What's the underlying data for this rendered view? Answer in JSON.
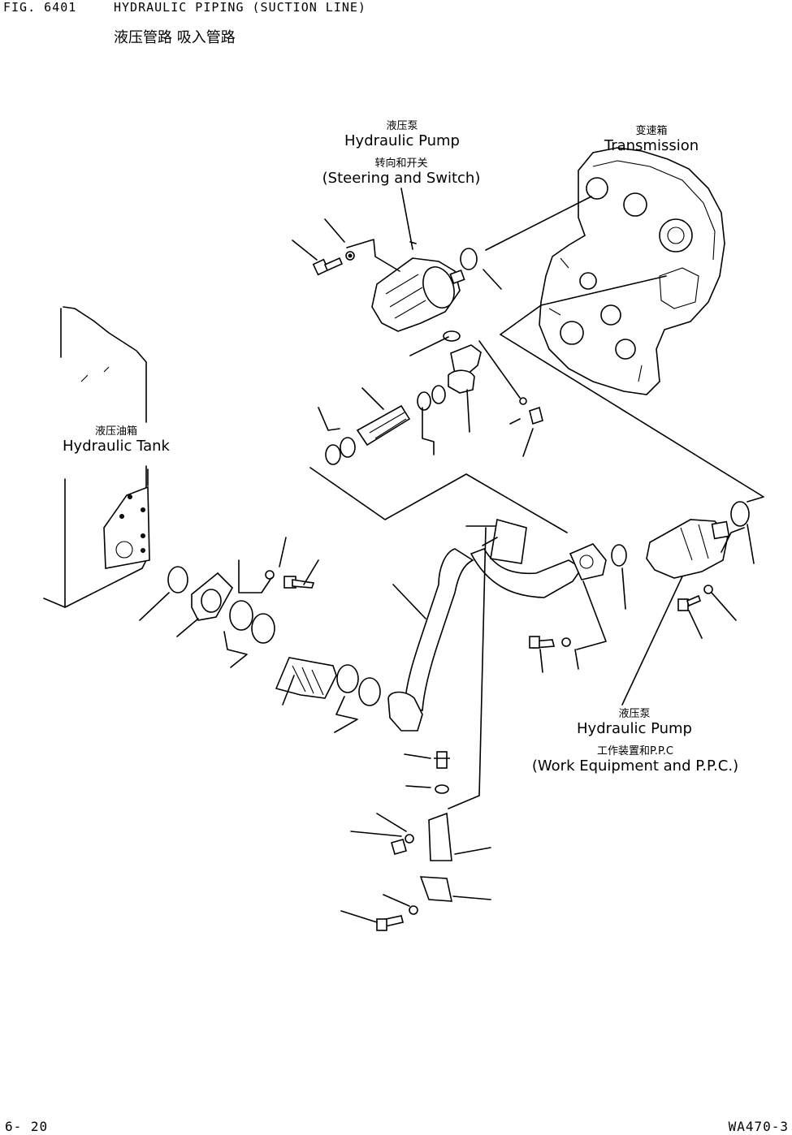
{
  "header": {
    "fig_no": "FIG. 6401",
    "title": "HYDRAULIC PIPING (SUCTION LINE)",
    "title_cn": "液压管路 吸入管路"
  },
  "labels": {
    "pump_steering": {
      "cn": "液压泵",
      "en": "Hydraulic Pump",
      "sub_cn": "转向和开关",
      "sub_en": "(Steering and Switch)"
    },
    "transmission": {
      "cn": "变速箱",
      "en": "Transmission"
    },
    "tank": {
      "cn": "液压油箱",
      "en": "Hydraulic Tank"
    },
    "pump_work": {
      "cn": "液压泵",
      "en": "Hydraulic Pump",
      "sub_cn": "工作装置和P.P.C",
      "sub_en": "(Work Equipment and P.P.C.)"
    }
  },
  "footer": {
    "page": "6- 20",
    "model": "WA470-3"
  }
}
